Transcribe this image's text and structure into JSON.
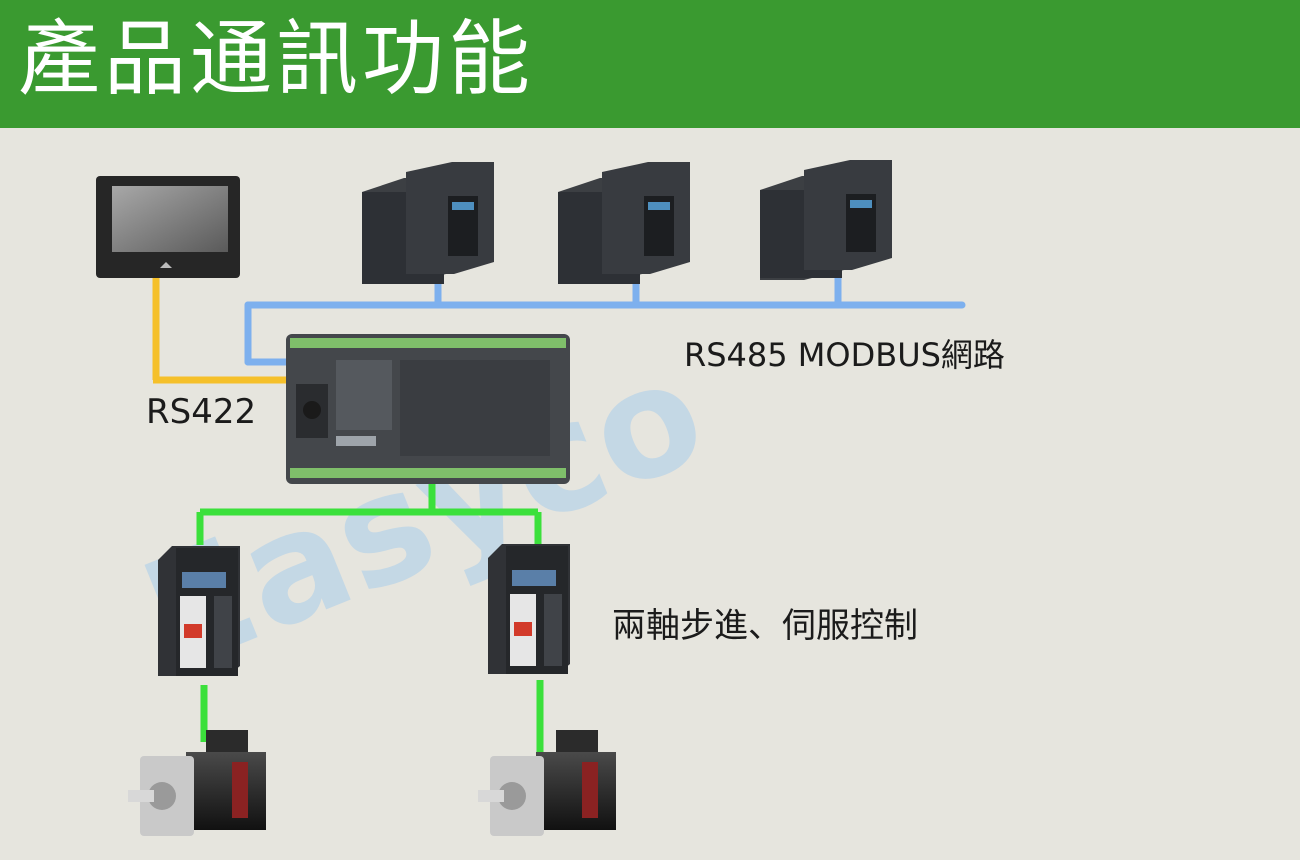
{
  "header": {
    "title": "產品通訊功能"
  },
  "labels": {
    "rs422": "RS422",
    "rs485": "RS485 MODBUS網路",
    "servo": "兩軸步進、伺服控制"
  },
  "watermark": "Easyco",
  "colors": {
    "header_bg": "#3a9a30",
    "rs422_line": "#f5c02a",
    "rs485_line": "#7db0ee",
    "servo_line": "#3be03b",
    "background": "#e6e5de"
  }
}
